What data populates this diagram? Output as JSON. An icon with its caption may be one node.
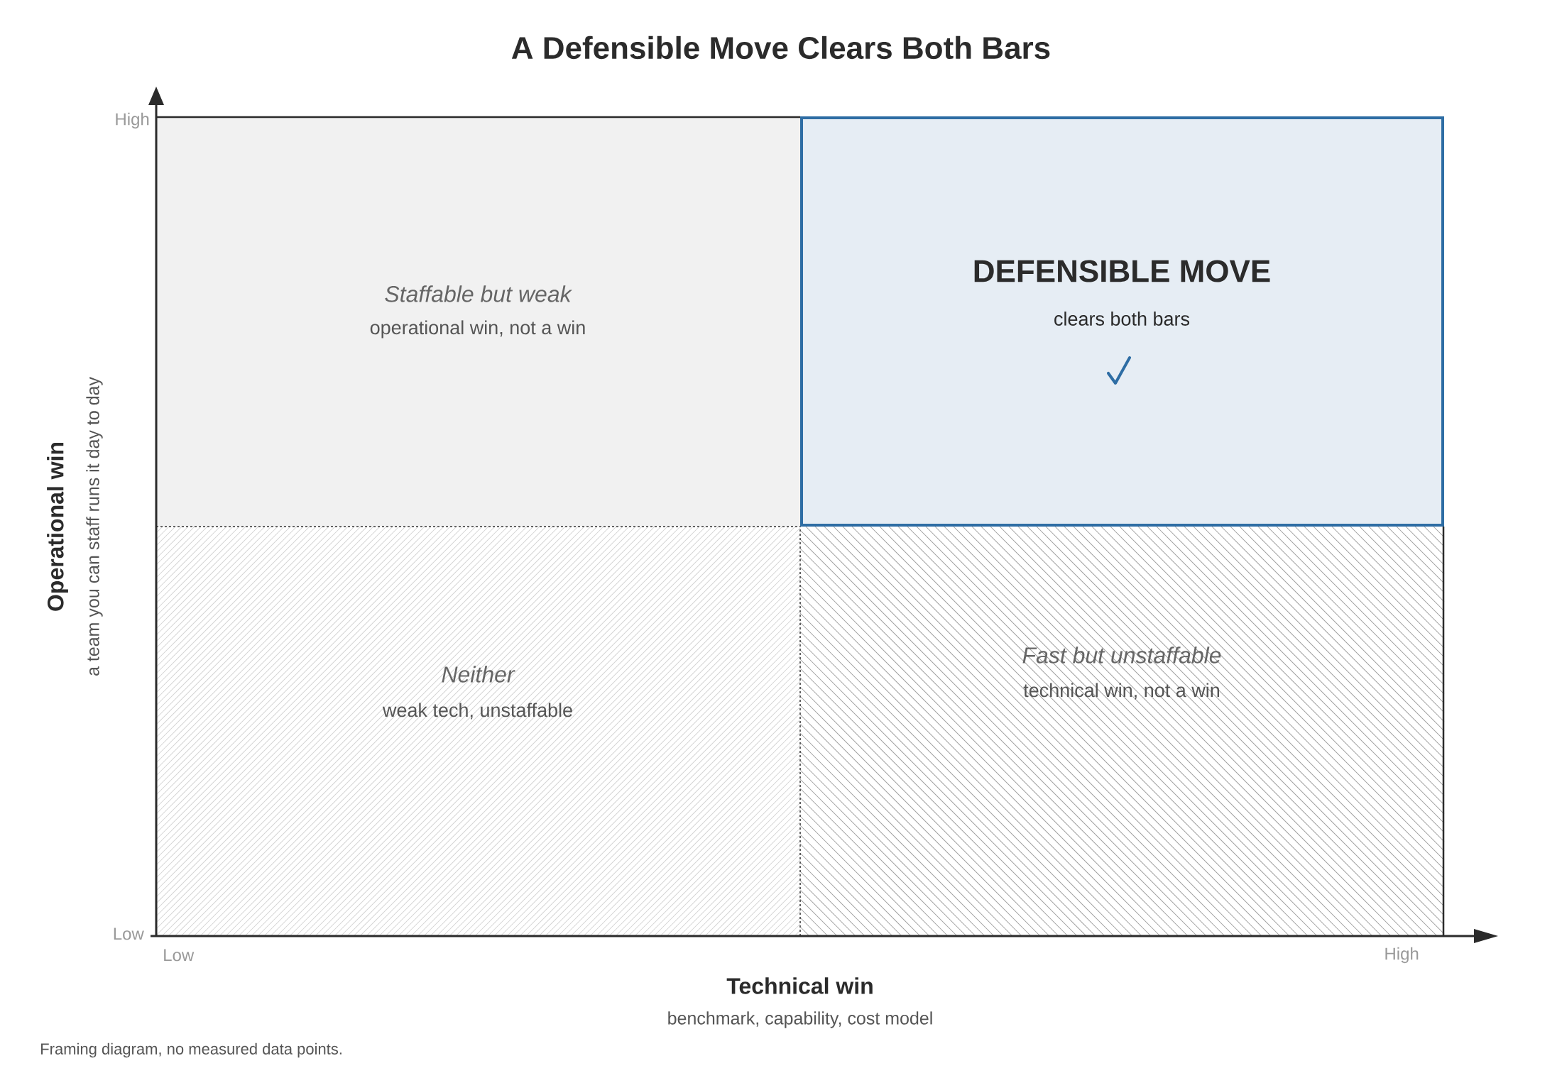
{
  "diagram": {
    "title": "A Defensible Move Clears Both Bars",
    "nodes": [
      {
        "text": [
          "Staffable but weak",
          "operational win, not a win"
        ]
      },
      {
        "text": [
          "DEFENSIBLE MOVE",
          "clears both bars"
        ]
      },
      {
        "text": [
          "Neither",
          "weak tech, unstaffable"
        ]
      },
      {
        "text": [
          "Fast but unstaffable",
          "technical win, not a win"
        ]
      }
    ],
    "labels": [
      "High",
      "Low",
      "Low",
      "High",
      "Technical win",
      "benchmark, capability, cost model",
      "Operational win",
      "a team you can staff runs it day to day"
    ],
    "caption": "Framing diagram, no measured data points."
  }
}
